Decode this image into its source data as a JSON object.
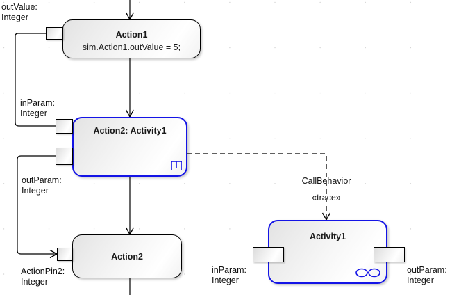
{
  "diagram": {
    "kind": "uml-activity-diagram",
    "background": "#ffffff",
    "grid_dot_color": "#c9c9c9",
    "accent_blue": "#1414e6",
    "line_color": "#000000"
  },
  "nodes": {
    "action1": {
      "title": "Action1",
      "body": "sim.Action1.outValue = 5;",
      "pin_label": "outValue:\nInteger"
    },
    "action2_activity1": {
      "title": "Action2: Activity1",
      "in_pin_label": "inParam:\nInteger",
      "out_pin_label": "outParam:\nInteger",
      "rake_icon": "rake-icon"
    },
    "action2": {
      "title": "Action2",
      "pin_label": "ActionPin2:\nInteger"
    },
    "activity1": {
      "title": "Activity1",
      "in_pin_label": "inParam:\nInteger",
      "out_pin_label": "outParam:\nInteger",
      "behavior_icon": "activity-behavior-icon"
    }
  },
  "connections": {
    "trace_label": "CallBehavior",
    "trace_stereotype": "«trace»"
  }
}
